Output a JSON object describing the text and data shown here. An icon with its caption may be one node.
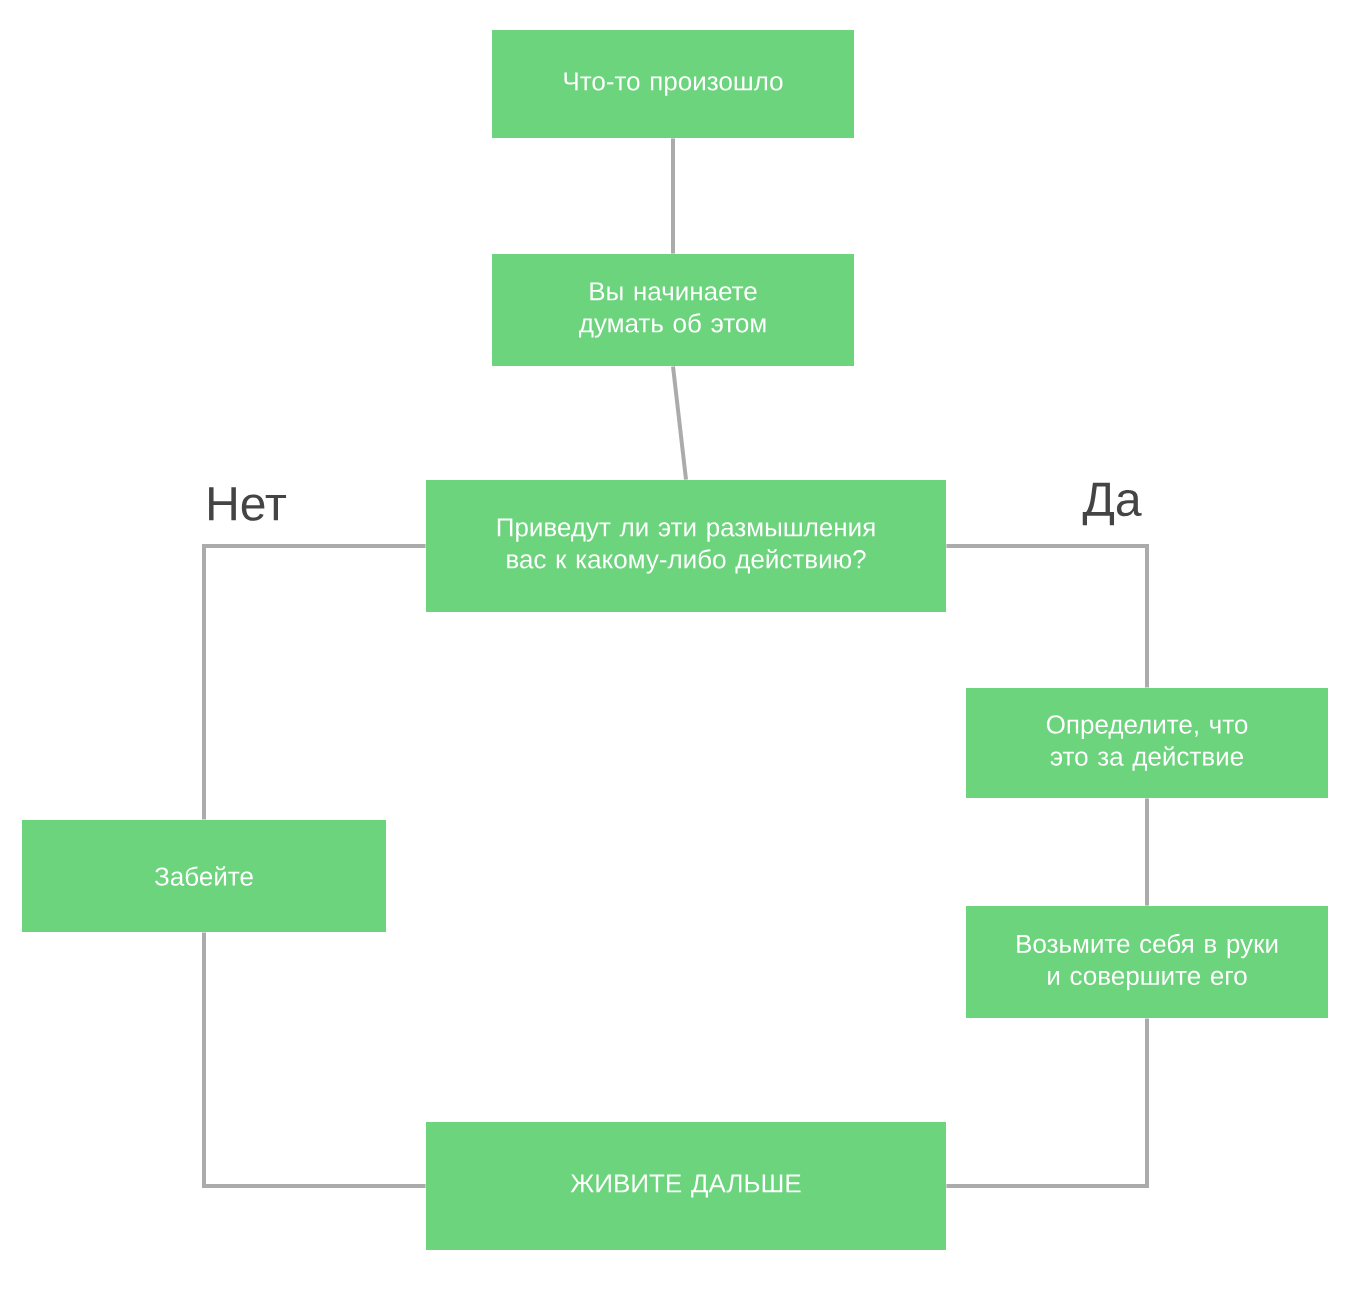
{
  "diagram": {
    "nodes": [
      {
        "text": [
          "Что-то произошло"
        ]
      },
      {
        "text": [
          "Вы начинаете думать об этом"
        ]
      },
      {
        "text": [
          "Приведут ли эти размышления вас к какому-либо действию?"
        ]
      },
      {
        "text": [
          "Определите, что это за действие"
        ]
      },
      {
        "text": [
          "Забейте"
        ]
      },
      {
        "text": [
          "Возьмите себя в руки и совершите его"
        ]
      },
      {
        "text": [
          "ЖИВИТЕ ДАЛЬШЕ"
        ]
      }
    ],
    "edges": [
      {
        "from": 0,
        "to": 1,
        "arrow": "none"
      },
      {
        "from": 1,
        "to": 2,
        "arrow": "none"
      },
      {
        "from": 2,
        "to": 4,
        "arrow": "none",
        "label": "Нет"
      },
      {
        "from": 2,
        "to": 3,
        "arrow": "none",
        "label": "Да"
      },
      {
        "from": 3,
        "to": 5,
        "arrow": "none"
      },
      {
        "from": 4,
        "to": 6,
        "arrow": "none"
      },
      {
        "from": 5,
        "to": 6,
        "arrow": "none"
      }
    ]
  }
}
